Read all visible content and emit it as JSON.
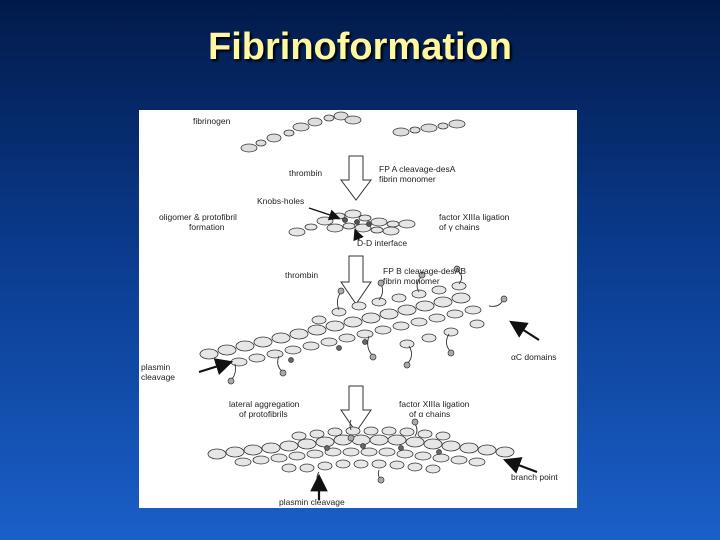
{
  "slide": {
    "title": "Fibrinoformation"
  },
  "figure": {
    "labels": {
      "fibrinogen": "fibrinogen",
      "thrombin_1": "thrombin",
      "fpa_line1": "FP A cleavage-desA",
      "fpa_line2": "fibrin monomer",
      "knobs_holes": "Knobs-holes",
      "oligomer_line1": "oligomer & protofibril",
      "oligomer_line2": "formation",
      "xiiia_gamma_line1": "factor XIIIa ligation",
      "xiiia_gamma_line2": "of γ chains",
      "dd_interface": "D-D interface",
      "thrombin_2": "thrombin",
      "fpb_line1": "FP B cleavage-desAB",
      "fpb_line2": "fibrin monomer",
      "plasmin_line1": "plasmin",
      "plasmin_line2": "cleavage",
      "alphac_domains": "αC domains",
      "lateral_line1": "lateral aggregation",
      "lateral_line2": "of protofibrils",
      "xiiia_alpha_line1": "factor XIIIa ligation",
      "xiiia_alpha_line2": "of α chains",
      "branch_point": "branch point",
      "plasmin_cleavage_bottom": "plasmin cleavage"
    }
  }
}
